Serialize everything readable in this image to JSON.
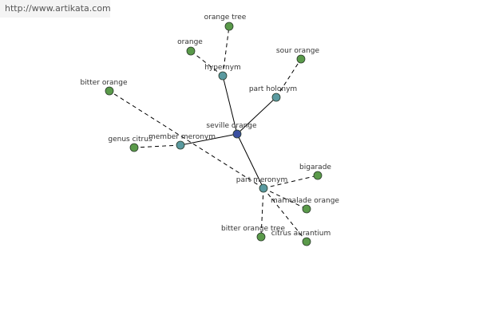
{
  "watermark": {
    "url": "http://www.artikata.com"
  },
  "graph": {
    "colors": {
      "center": "#3a4fa0",
      "relation": "#5a9aa0",
      "leaf": "#5a9a4a",
      "edge": "#000000"
    },
    "nodes": [
      {
        "id": "seville-orange",
        "label": "seville orange",
        "kind": "center"
      },
      {
        "id": "hypernym",
        "label": "hypernym",
        "kind": "relation"
      },
      {
        "id": "part-holonym",
        "label": "part holonym",
        "kind": "relation"
      },
      {
        "id": "member-meronym",
        "label": "member meronym",
        "kind": "relation"
      },
      {
        "id": "part-meronym",
        "label": "part meronym",
        "kind": "relation"
      },
      {
        "id": "orange-tree",
        "label": "orange tree",
        "kind": "leaf"
      },
      {
        "id": "orange",
        "label": "orange",
        "kind": "leaf"
      },
      {
        "id": "sour-orange",
        "label": "sour orange",
        "kind": "leaf"
      },
      {
        "id": "bitter-orange",
        "label": "bitter orange",
        "kind": "leaf"
      },
      {
        "id": "genus-citrus",
        "label": "genus citrus",
        "kind": "leaf"
      },
      {
        "id": "bigarade",
        "label": "bigarade",
        "kind": "leaf"
      },
      {
        "id": "marmalade-orange",
        "label": "marmalade orange",
        "kind": "leaf"
      },
      {
        "id": "bitter-orange-tree",
        "label": "bitter orange tree",
        "kind": "leaf"
      },
      {
        "id": "citrus-aurantium",
        "label": "citrus aurantium",
        "kind": "leaf"
      }
    ],
    "edges": [
      {
        "from": "seville-orange",
        "to": "hypernym",
        "style": "solid"
      },
      {
        "from": "seville-orange",
        "to": "part-holonym",
        "style": "solid"
      },
      {
        "from": "seville-orange",
        "to": "member-meronym",
        "style": "solid"
      },
      {
        "from": "seville-orange",
        "to": "part-meronym",
        "style": "solid"
      },
      {
        "from": "hypernym",
        "to": "orange-tree",
        "style": "dashed"
      },
      {
        "from": "hypernym",
        "to": "orange",
        "style": "dashed"
      },
      {
        "from": "part-holonym",
        "to": "sour-orange",
        "style": "dashed"
      },
      {
        "from": "member-meronym",
        "to": "genus-citrus",
        "style": "dashed"
      },
      {
        "from": "part-meronym",
        "to": "bitter-orange",
        "style": "dashed"
      },
      {
        "from": "part-meronym",
        "to": "bigarade",
        "style": "dashed"
      },
      {
        "from": "part-meronym",
        "to": "marmalade-orange",
        "style": "dashed"
      },
      {
        "from": "part-meronym",
        "to": "bitter-orange-tree",
        "style": "dashed"
      },
      {
        "from": "part-meronym",
        "to": "citrus-aurantium",
        "style": "dashed"
      }
    ]
  }
}
